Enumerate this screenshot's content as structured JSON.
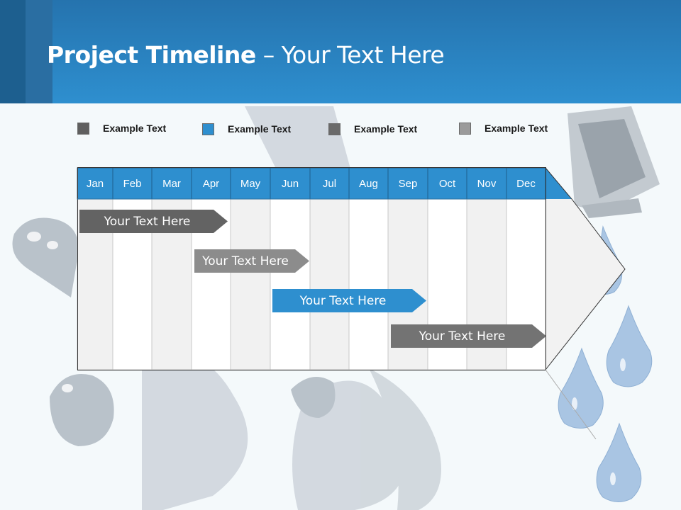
{
  "slide": {
    "title_bold": "Project Timeline",
    "title_rest": " – Your Text Here"
  },
  "legend": [
    {
      "label": "Example Text",
      "color": "#5f5f5f"
    },
    {
      "label": "Example Text",
      "color": "#2e8fcf"
    },
    {
      "label": "Example Text",
      "color": "#6a6a6a"
    },
    {
      "label": "Example Text",
      "color": "#9b9b9b"
    }
  ],
  "timeline": {
    "months": [
      "Jan",
      "Feb",
      "Mar",
      "Apr",
      "May",
      "Jun",
      "Jul",
      "Aug",
      "Sep",
      "Oct",
      "Nov",
      "Dec"
    ],
    "header_color": "#2e8fcf",
    "tasks": [
      {
        "label": "Your  Text Here",
        "color": "#636363"
      },
      {
        "label": "Your  Text Here",
        "color": "#8c8c8c"
      },
      {
        "label": "Your  Text Here",
        "color": "#2e8fcf"
      },
      {
        "label": "Your  Text Here",
        "color": "#737373"
      }
    ]
  },
  "decor": {
    "drop_color": "#a9c5e3",
    "splash_color": "#c9d0d6",
    "icon": "water-drops-icon"
  }
}
